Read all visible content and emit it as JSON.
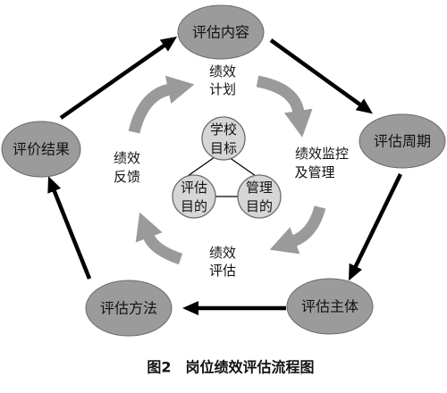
{
  "outer_nodes": {
    "content": "评估内容",
    "cycle": "评估周期",
    "subject": "评估主体",
    "method": "评估方法",
    "result": "评价结果"
  },
  "cycle_stages": {
    "plan": [
      "绩效",
      "计划"
    ],
    "monitor": [
      "绩效监控",
      "及管理"
    ],
    "evaluate": [
      "绩效",
      "评估"
    ],
    "feedback": [
      "绩效",
      "反馈"
    ]
  },
  "goals": {
    "school": [
      "学校",
      "目标"
    ],
    "evaluation": [
      "评估",
      "目的"
    ],
    "management": [
      "管理",
      "目的"
    ]
  },
  "caption": "图2　岗位绩效评估流程图",
  "colors": {
    "outer_node_fill": "#9b9b9b",
    "inner_circle_fill": "#d6d6d6",
    "cycle_arrow": "#9a9a9a",
    "outer_arrow": "#000000"
  }
}
